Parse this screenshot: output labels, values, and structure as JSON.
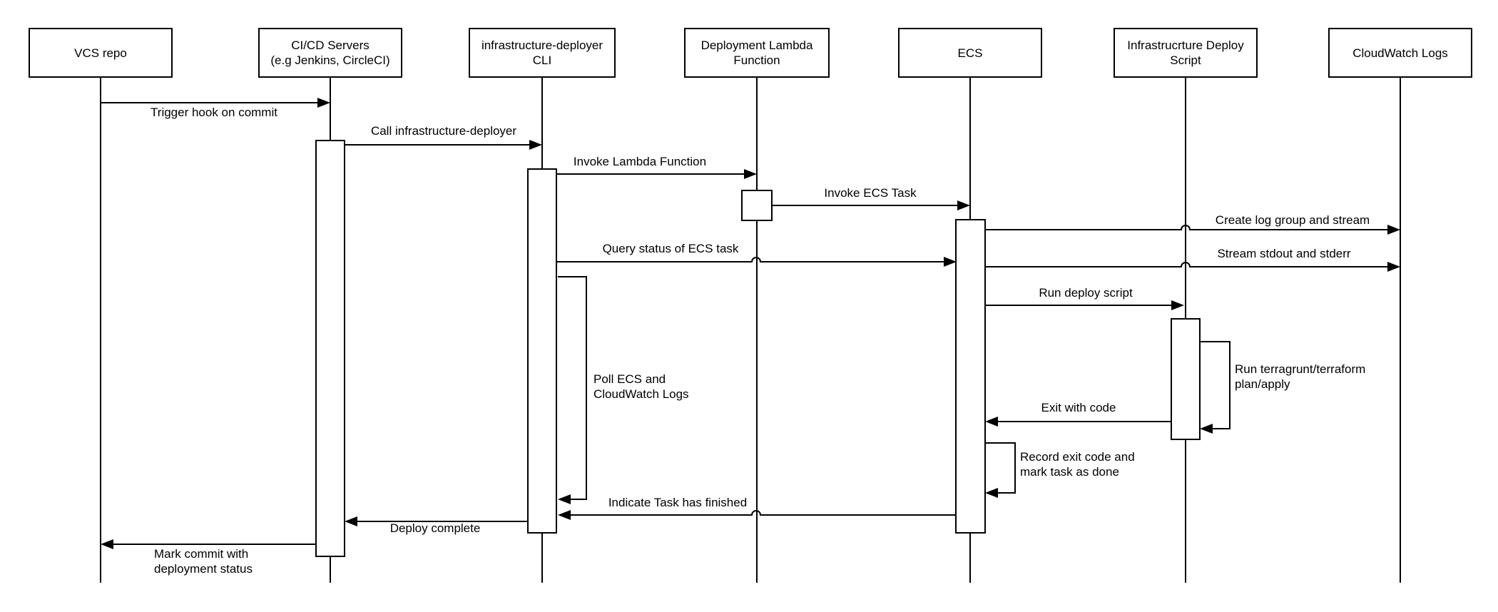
{
  "diagram": {
    "type": "uml-sequence",
    "background_color": "#ffffff",
    "line_color": "#000000",
    "text_color": "#000000",
    "actors": [
      {
        "label": "VCS repo"
      },
      {
        "label": "CI/CD Servers\n(e.g Jenkins, CircleCI)"
      },
      {
        "label": "infrastructure-deployer\nCLI"
      },
      {
        "label": "Deployment Lambda\nFunction"
      },
      {
        "label": "ECS"
      },
      {
        "label": "Infrastrucrture Deploy\nScript"
      },
      {
        "label": "CloudWatch Logs"
      }
    ],
    "messages": [
      {
        "label": "Trigger hook on commit",
        "from": "VCS repo",
        "to": "CI/CD Servers",
        "kind": "arrow"
      },
      {
        "label": "Call infrastructure-deployer",
        "from": "CI/CD Servers",
        "to": "infrastructure-deployer CLI",
        "kind": "arrow"
      },
      {
        "label": "Invoke Lambda Function",
        "from": "infrastructure-deployer CLI",
        "to": "Deployment Lambda Function",
        "kind": "arrow"
      },
      {
        "label": "Invoke ECS Task",
        "from": "Deployment Lambda Function",
        "to": "ECS",
        "kind": "arrow"
      },
      {
        "label": "Create log group and stream",
        "from": "ECS",
        "to": "CloudWatch Logs",
        "kind": "arrow"
      },
      {
        "label": "Query status of ECS task",
        "from": "infrastructure-deployer CLI",
        "to": "ECS",
        "kind": "arrow"
      },
      {
        "label": "Stream stdout and stderr",
        "from": "ECS",
        "to": "CloudWatch Logs",
        "kind": "arrow"
      },
      {
        "label": "Run deploy script",
        "from": "ECS",
        "to": "Infrastrucrture Deploy Script",
        "kind": "arrow"
      },
      {
        "label": "Poll ECS and\nCloudWatch Logs",
        "from": "infrastructure-deployer CLI",
        "to": "infrastructure-deployer CLI",
        "kind": "self"
      },
      {
        "label": "Run terragrunt/terraform\nplan/apply",
        "from": "Infrastrucrture Deploy Script",
        "to": "Infrastrucrture Deploy Script",
        "kind": "self"
      },
      {
        "label": "Exit with code",
        "from": "Infrastrucrture Deploy Script",
        "to": "ECS",
        "kind": "arrow"
      },
      {
        "label": "Record exit code and\nmark task as done",
        "from": "ECS",
        "to": "ECS",
        "kind": "self"
      },
      {
        "label": "Indicate Task has finished",
        "from": "ECS",
        "to": "infrastructure-deployer CLI",
        "kind": "arrow"
      },
      {
        "label": "Deploy complete",
        "from": "infrastructure-deployer CLI",
        "to": "CI/CD Servers",
        "kind": "arrow"
      },
      {
        "label": "Mark commit with\ndeployment status",
        "from": "CI/CD Servers",
        "to": "VCS repo",
        "kind": "arrow"
      }
    ]
  }
}
